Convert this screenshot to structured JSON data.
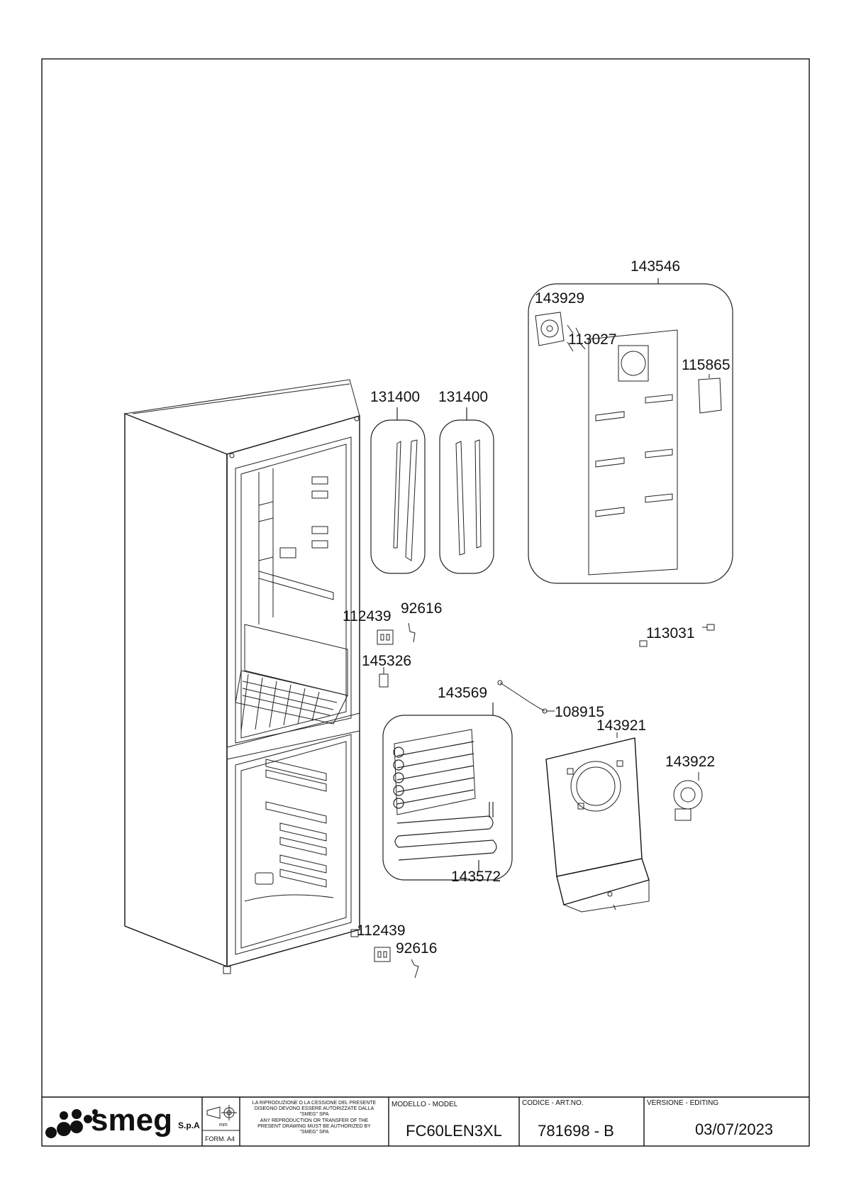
{
  "callouts": {
    "p143546": "143546",
    "p143929": "143929",
    "p113027": "113027",
    "p115865": "115865",
    "p131400a": "131400",
    "p131400b": "131400",
    "p112439a": "112439",
    "p92616a": "92616",
    "p113031": "113031",
    "p145326": "145326",
    "p143569": "143569",
    "p108915": "108915",
    "p143921": "143921",
    "p143922": "143922",
    "p143572": "143572",
    "p112439b": "112439",
    "p92616b": "92616"
  },
  "title_block": {
    "logo": "smeg",
    "logo_suffix": "S.p.A",
    "unit": "mm",
    "format": "FORM. A4",
    "notice_it_1": "LA RIPRODUZIONE O LA CESSIONE DEL PRESENTE",
    "notice_it_2": "DISEGNO DEVONO ESSERE AUTORIZZATE DALLA",
    "notice_it_3": "\"SMEG\" SPA",
    "notice_en_1": "ANY REPRODUCTION OR TRANSFER OF THE",
    "notice_en_2": "PRESENT DRAWING MUST BE AUTHORIZED BY",
    "notice_en_3": "\"SMEG\" SPA",
    "model_label": "MODELLO - MODEL",
    "model_value": "FC60LEN3XL",
    "code_label": "CODICE - ART.NO.",
    "code_value": "781698 - B",
    "version_label": "VERSIONE - EDITING",
    "version_value": "03/07/2023"
  }
}
